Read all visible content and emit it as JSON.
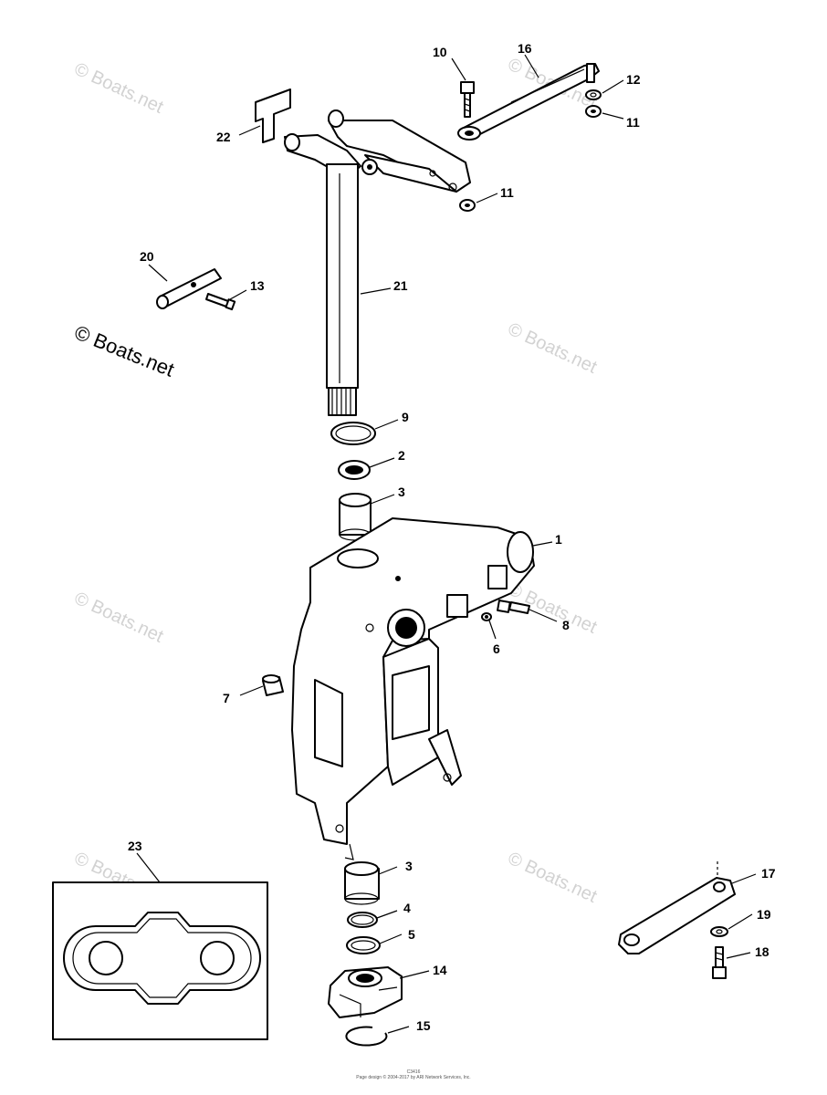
{
  "watermarks": {
    "text": "© Boats.net"
  },
  "callouts": [
    {
      "id": "c1",
      "label": "1"
    },
    {
      "id": "c2",
      "label": "2"
    },
    {
      "id": "c3a",
      "label": "3"
    },
    {
      "id": "c3b",
      "label": "3"
    },
    {
      "id": "c4",
      "label": "4"
    },
    {
      "id": "c5",
      "label": "5"
    },
    {
      "id": "c6",
      "label": "6"
    },
    {
      "id": "c7",
      "label": "7"
    },
    {
      "id": "c8",
      "label": "8"
    },
    {
      "id": "c9",
      "label": "9"
    },
    {
      "id": "c10",
      "label": "10"
    },
    {
      "id": "c11a",
      "label": "11"
    },
    {
      "id": "c11b",
      "label": "11"
    },
    {
      "id": "c12",
      "label": "12"
    },
    {
      "id": "c13",
      "label": "13"
    },
    {
      "id": "c14",
      "label": "14"
    },
    {
      "id": "c15",
      "label": "15"
    },
    {
      "id": "c16",
      "label": "16"
    },
    {
      "id": "c17",
      "label": "17"
    },
    {
      "id": "c18",
      "label": "18"
    },
    {
      "id": "c19",
      "label": "19"
    },
    {
      "id": "c20",
      "label": "20"
    },
    {
      "id": "c21",
      "label": "21"
    },
    {
      "id": "c22",
      "label": "22"
    },
    {
      "id": "c23",
      "label": "23"
    }
  ],
  "footer": {
    "code": "C3416",
    "copyright": "Page design © 2004-2017 by ARI Network Services, Inc."
  }
}
